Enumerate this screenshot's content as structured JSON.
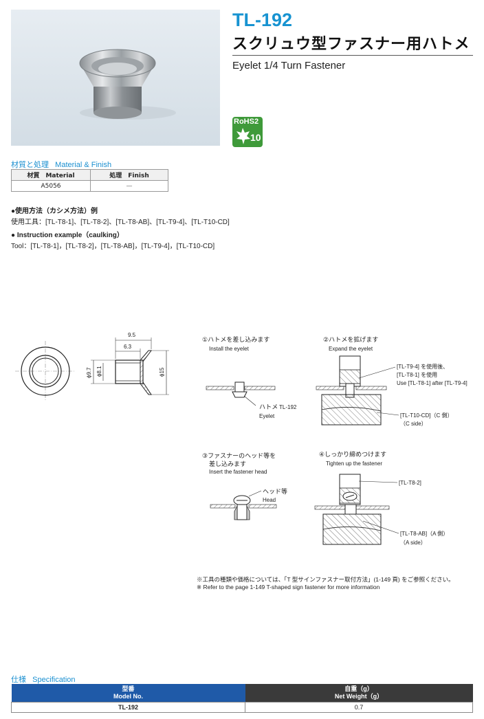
{
  "header": {
    "model": "TL-192",
    "title_jp": "スクリュウ型ファスナー用ハトメ",
    "title_en": "Eyelet 1/4 Turn Fastener",
    "rohs_top": "RoHS2",
    "rohs_num": "10"
  },
  "material": {
    "heading_jp": "材質と処理",
    "heading_en": "Material & Finish",
    "col_material": "材質　Material",
    "col_finish": "処理　Finish",
    "material_value": "A5056",
    "finish_value": "—"
  },
  "usage": {
    "jp_heading": "●使用方法（カシメ方法）例",
    "jp_tools": "使用工具：[TL-T8-1]、[TL-T8-2]、[TL-T8-AB]、[TL-T9-4]、[TL-T10-CD]",
    "en_heading": "● Instruction example（caulking）",
    "en_tools": "Tool：[TL-T8-1]，[TL-T8-2]，[TL-T8-AB]，[TL-T9-4]，[TL-T10-CD]"
  },
  "dims": {
    "d1": "9.5",
    "d2": "6.3",
    "dia1": "ϕ9.7",
    "dia2": "ϕ8.1",
    "dia3": "ϕ15"
  },
  "steps": {
    "s1_jp": "①ハトメを差し込みます",
    "s1_en": "Install the eyelet",
    "s1_label_jp": "ハトメ",
    "s1_label_code": "TL-192",
    "s1_label_en": "Eyelet",
    "s2_jp": "②ハトメを拡げます",
    "s2_en": "Expand the eyelet",
    "s2_note1": "[TL-T9-4] を使用後、",
    "s2_note2": "[TL-T8-1] を使用",
    "s2_note3": "Use [TL-T8-1] after [TL-T9-4]",
    "s2_base1": "[TL-T10-CD]（C 側）",
    "s2_base2": "（C side）",
    "s3_jp1": "③ファスナーのヘッド等を",
    "s3_jp2": "差し込みます",
    "s3_en": "Insert the fastener head",
    "s3_label_jp": "ヘッド等",
    "s3_label_en": "Head",
    "s4_jp": "④しっかり締めつけます",
    "s4_en": "Tighten up the fastener",
    "s4_top": "[TL-T8-2]",
    "s4_base1": "[TL-T8-AB]（A 側）",
    "s4_base2": "（A side）"
  },
  "notes": {
    "jp": "※工具の種類や価格については、「T 型サインファスナー取付方法」(1-149 頁) をご参照ください。",
    "en": "※ Refer to the page 1-149 T-shaped sign fastener for more information"
  },
  "spec": {
    "heading_jp": "仕様",
    "heading_en": "Specification",
    "col1_jp": "型番",
    "col1_en": "Model No.",
    "col2_jp": "自重（g）",
    "col2_en": "Net Weight（g）",
    "rows": [
      {
        "model": "TL-192",
        "weight": "0.7"
      }
    ]
  },
  "colors": {
    "accent": "#1793d1",
    "rohs": "#3f9a3a",
    "spec_header_left": "#1f5aa8",
    "spec_header_right": "#3a3a3a"
  }
}
